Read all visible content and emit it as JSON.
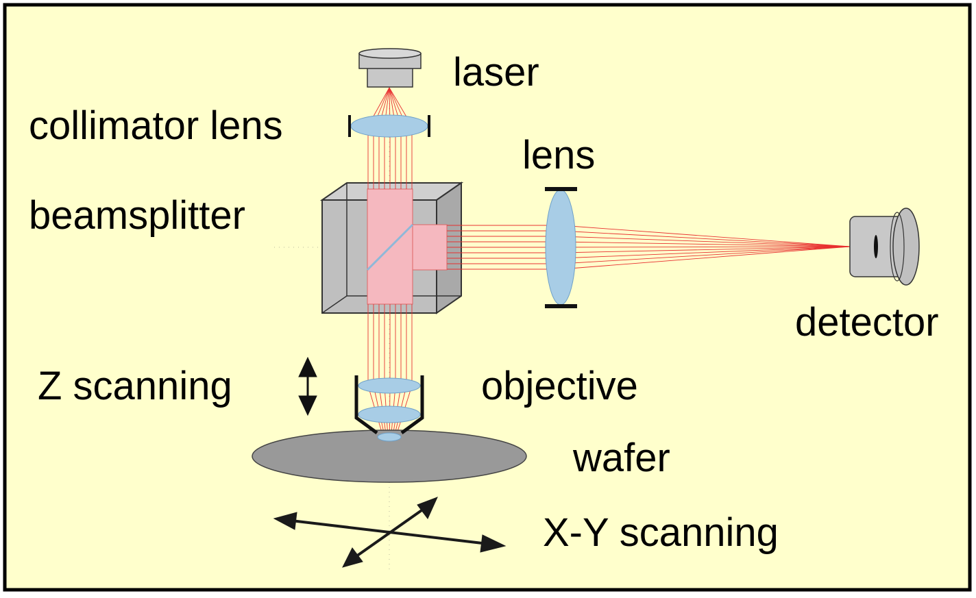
{
  "colors": {
    "background": "#ffffcc",
    "border": "#000000",
    "beam": "#e83030",
    "lens_fill": "#a8cde6",
    "housing": "#c8c8c8",
    "cube": "#bfbfbf",
    "pink": "#f5b8bf",
    "wafer": "#999999"
  },
  "labels": {
    "laser": "laser",
    "collimator_lens": "collimator lens",
    "lens": "lens",
    "beamsplitter": "beamsplitter",
    "detector": "detector",
    "z_scanning": "Z scanning",
    "objective": "objective",
    "wafer": "wafer",
    "xy_scanning": "X-Y scanning"
  }
}
